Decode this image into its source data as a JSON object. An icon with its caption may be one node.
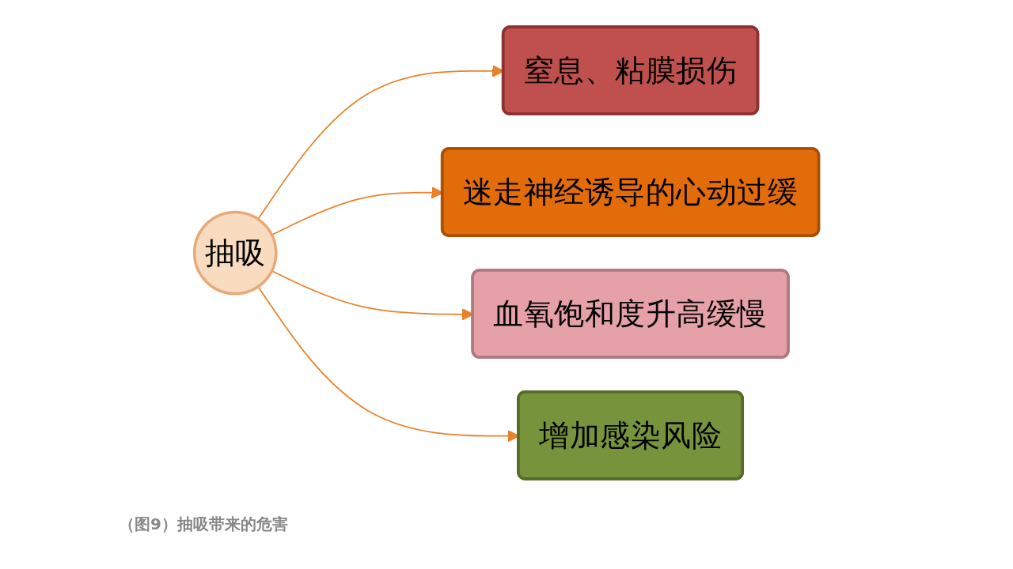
{
  "diagram": {
    "caption": "（图9）抽吸带来的危害",
    "nodes": [
      {
        "text": [
          "抽吸"
        ]
      },
      {
        "text": [
          "窒息、粘膜损伤"
        ]
      },
      {
        "text": [
          "迷走神经诱导的心动过缓"
        ]
      },
      {
        "text": [
          "血氧饱和度升高缓慢"
        ]
      },
      {
        "text": [
          "增加感染风险"
        ]
      }
    ],
    "edges": [
      {
        "from": 0,
        "to": 1,
        "arrow": "to"
      },
      {
        "from": 0,
        "to": 2,
        "arrow": "to"
      },
      {
        "from": 0,
        "to": 3,
        "arrow": "to"
      },
      {
        "from": 0,
        "to": 4,
        "arrow": "to"
      }
    ]
  }
}
